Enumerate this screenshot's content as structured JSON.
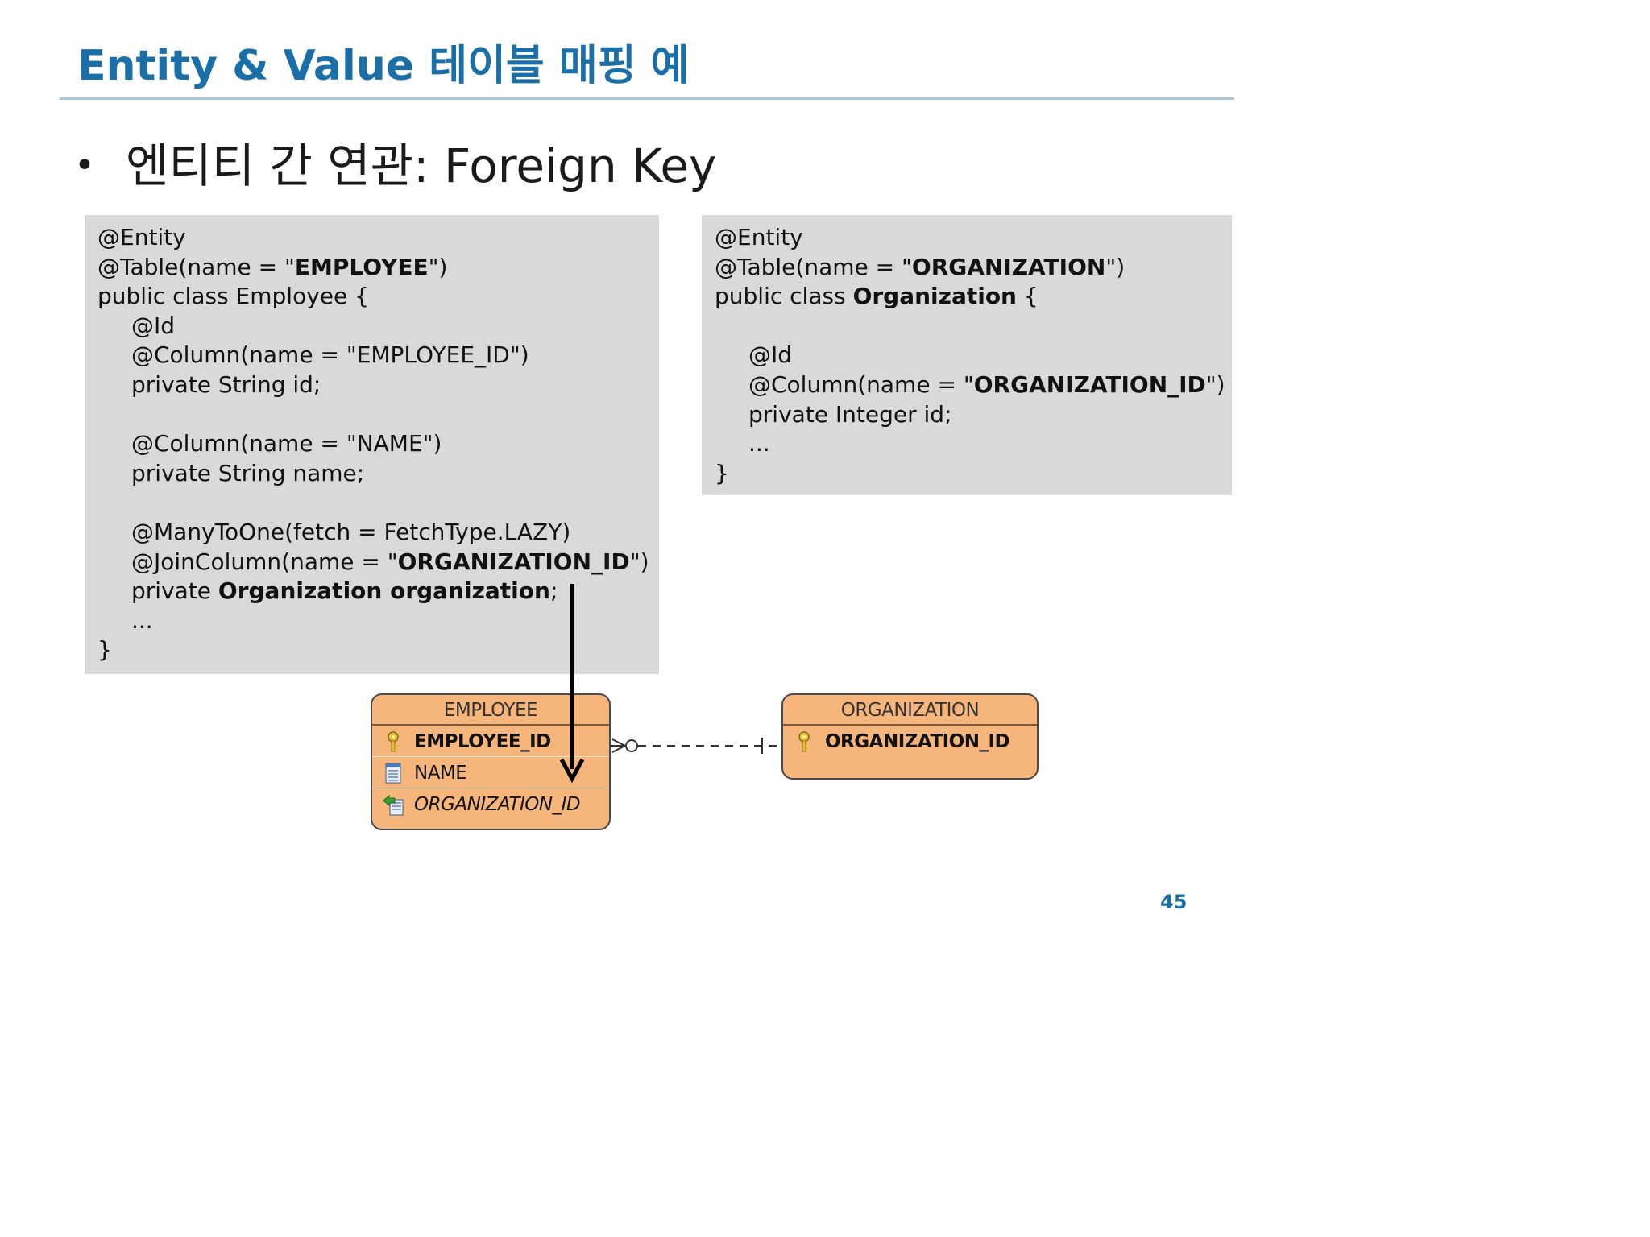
{
  "slide": {
    "title": "Entity & Value 테이블 매핑 예",
    "bullet": "엔티티 간 연관: Foreign Key",
    "page_number": "45"
  },
  "employee_code": [
    {
      "indent": false,
      "parts": [
        {
          "t": "@Entity"
        }
      ]
    },
    {
      "indent": false,
      "parts": [
        {
          "t": "@Table(name = \""
        },
        {
          "t": "EMPLOYEE",
          "b": true
        },
        {
          "t": "\")"
        }
      ]
    },
    {
      "indent": false,
      "parts": [
        {
          "t": "public class Employee {"
        }
      ]
    },
    {
      "indent": true,
      "parts": [
        {
          "t": "@Id"
        }
      ]
    },
    {
      "indent": true,
      "parts": [
        {
          "t": "@Column(name = \"EMPLOYEE_ID\")"
        }
      ]
    },
    {
      "indent": true,
      "parts": [
        {
          "t": "private String id;"
        }
      ]
    },
    {
      "indent": true,
      "parts": [
        {
          "t": ""
        }
      ]
    },
    {
      "indent": true,
      "parts": [
        {
          "t": "@Column(name = \"NAME\")"
        }
      ]
    },
    {
      "indent": true,
      "parts": [
        {
          "t": "private String name;"
        }
      ]
    },
    {
      "indent": true,
      "parts": [
        {
          "t": ""
        }
      ]
    },
    {
      "indent": true,
      "parts": [
        {
          "t": "@ManyToOne(fetch = FetchType.LAZY)"
        }
      ]
    },
    {
      "indent": true,
      "parts": [
        {
          "t": "@JoinColumn(name = \""
        },
        {
          "t": "ORGANIZATION_ID",
          "b": true
        },
        {
          "t": "\")"
        }
      ]
    },
    {
      "indent": true,
      "parts": [
        {
          "t": "private "
        },
        {
          "t": "Organization organization",
          "b": true
        },
        {
          "t": ";"
        }
      ]
    },
    {
      "indent": true,
      "parts": [
        {
          "t": "..."
        }
      ]
    },
    {
      "indent": false,
      "parts": [
        {
          "t": "}"
        }
      ]
    }
  ],
  "organization_code": [
    {
      "indent": false,
      "parts": [
        {
          "t": "@Entity"
        }
      ]
    },
    {
      "indent": false,
      "parts": [
        {
          "t": "@Table(name = \""
        },
        {
          "t": "ORGANIZATION",
          "b": true
        },
        {
          "t": "\")"
        }
      ]
    },
    {
      "indent": false,
      "parts": [
        {
          "t": "public class "
        },
        {
          "t": "Organization",
          "b": true
        },
        {
          "t": " {"
        }
      ]
    },
    {
      "indent": false,
      "parts": [
        {
          "t": ""
        }
      ]
    },
    {
      "indent": true,
      "parts": [
        {
          "t": "@Id"
        }
      ]
    },
    {
      "indent": true,
      "parts": [
        {
          "t": "@Column(name = \""
        },
        {
          "t": "ORGANIZATION_ID",
          "b": true
        },
        {
          "t": "\")"
        }
      ]
    },
    {
      "indent": true,
      "parts": [
        {
          "t": "private Integer id;"
        }
      ]
    },
    {
      "indent": true,
      "parts": [
        {
          "t": "..."
        }
      ]
    },
    {
      "indent": false,
      "parts": [
        {
          "t": "}"
        }
      ]
    }
  ],
  "er_employee": {
    "name": "EMPLOYEE",
    "columns": [
      {
        "label": "EMPLOYEE_ID",
        "icon": "primary-key-icon",
        "style": "bold"
      },
      {
        "label": "NAME",
        "icon": "column-icon",
        "style": "normal"
      },
      {
        "label": "ORGANIZATION_ID",
        "icon": "foreign-key-icon",
        "style": "italic"
      }
    ]
  },
  "er_organization": {
    "name": "ORGANIZATION",
    "columns": [
      {
        "label": "ORGANIZATION_ID",
        "icon": "primary-key-icon",
        "style": "bold"
      }
    ]
  },
  "colors": {
    "title": "#1b6fa8",
    "code_background": "#d9d9d9",
    "er_table_fill": "#f6b57b"
  }
}
